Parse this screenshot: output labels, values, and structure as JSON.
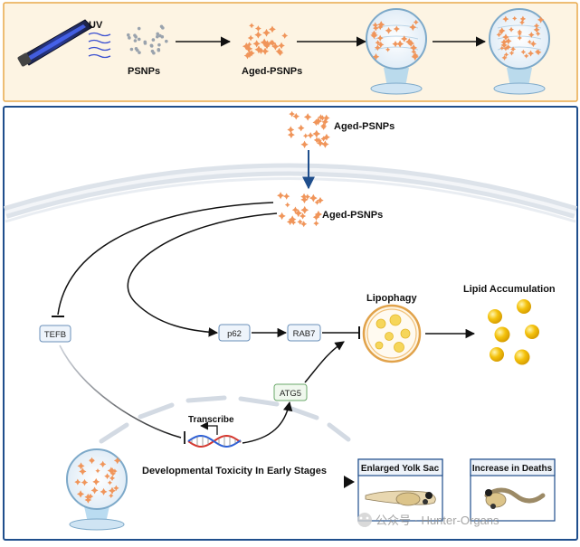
{
  "top_panel": {
    "uv_label": "UV",
    "psnps_label": "PSNPs",
    "aged_psnps_label": "Aged-PSNPs"
  },
  "mechanism_panel": {
    "aged_psnps_outside_label": "Aged-PSNPs",
    "aged_psnps_inside_label": "Aged-PSNPs",
    "tefb_label": "TEFB",
    "p62_label": "p62",
    "rab7_label": "RAB7",
    "atg5_label": "ATG5",
    "transcribe_label": "Transcribe",
    "lipophagy_label": "Lipophagy",
    "lipid_accumulation_label": "Lipid Accumulation",
    "dev_toxicity_label": "Developmental Toxicity In Early Stages",
    "yolk_sac_label": "Enlarged Yolk Sac",
    "deaths_label": "Increase in Deaths"
  },
  "watermark": {
    "text": "公众号 · Hunter-Organs"
  },
  "colors": {
    "top_panel_fill": "#fdf4e3",
    "top_panel_border": "#e9a94a",
    "bottom_panel_border": "#1f4e8c",
    "particle_orange": "#f0955a",
    "particle_grey": "#9aa3ad",
    "membrane": "#e3e8ef",
    "lipid_yellow": "#f4c20d",
    "arrow_blue": "#1f4e8c"
  }
}
